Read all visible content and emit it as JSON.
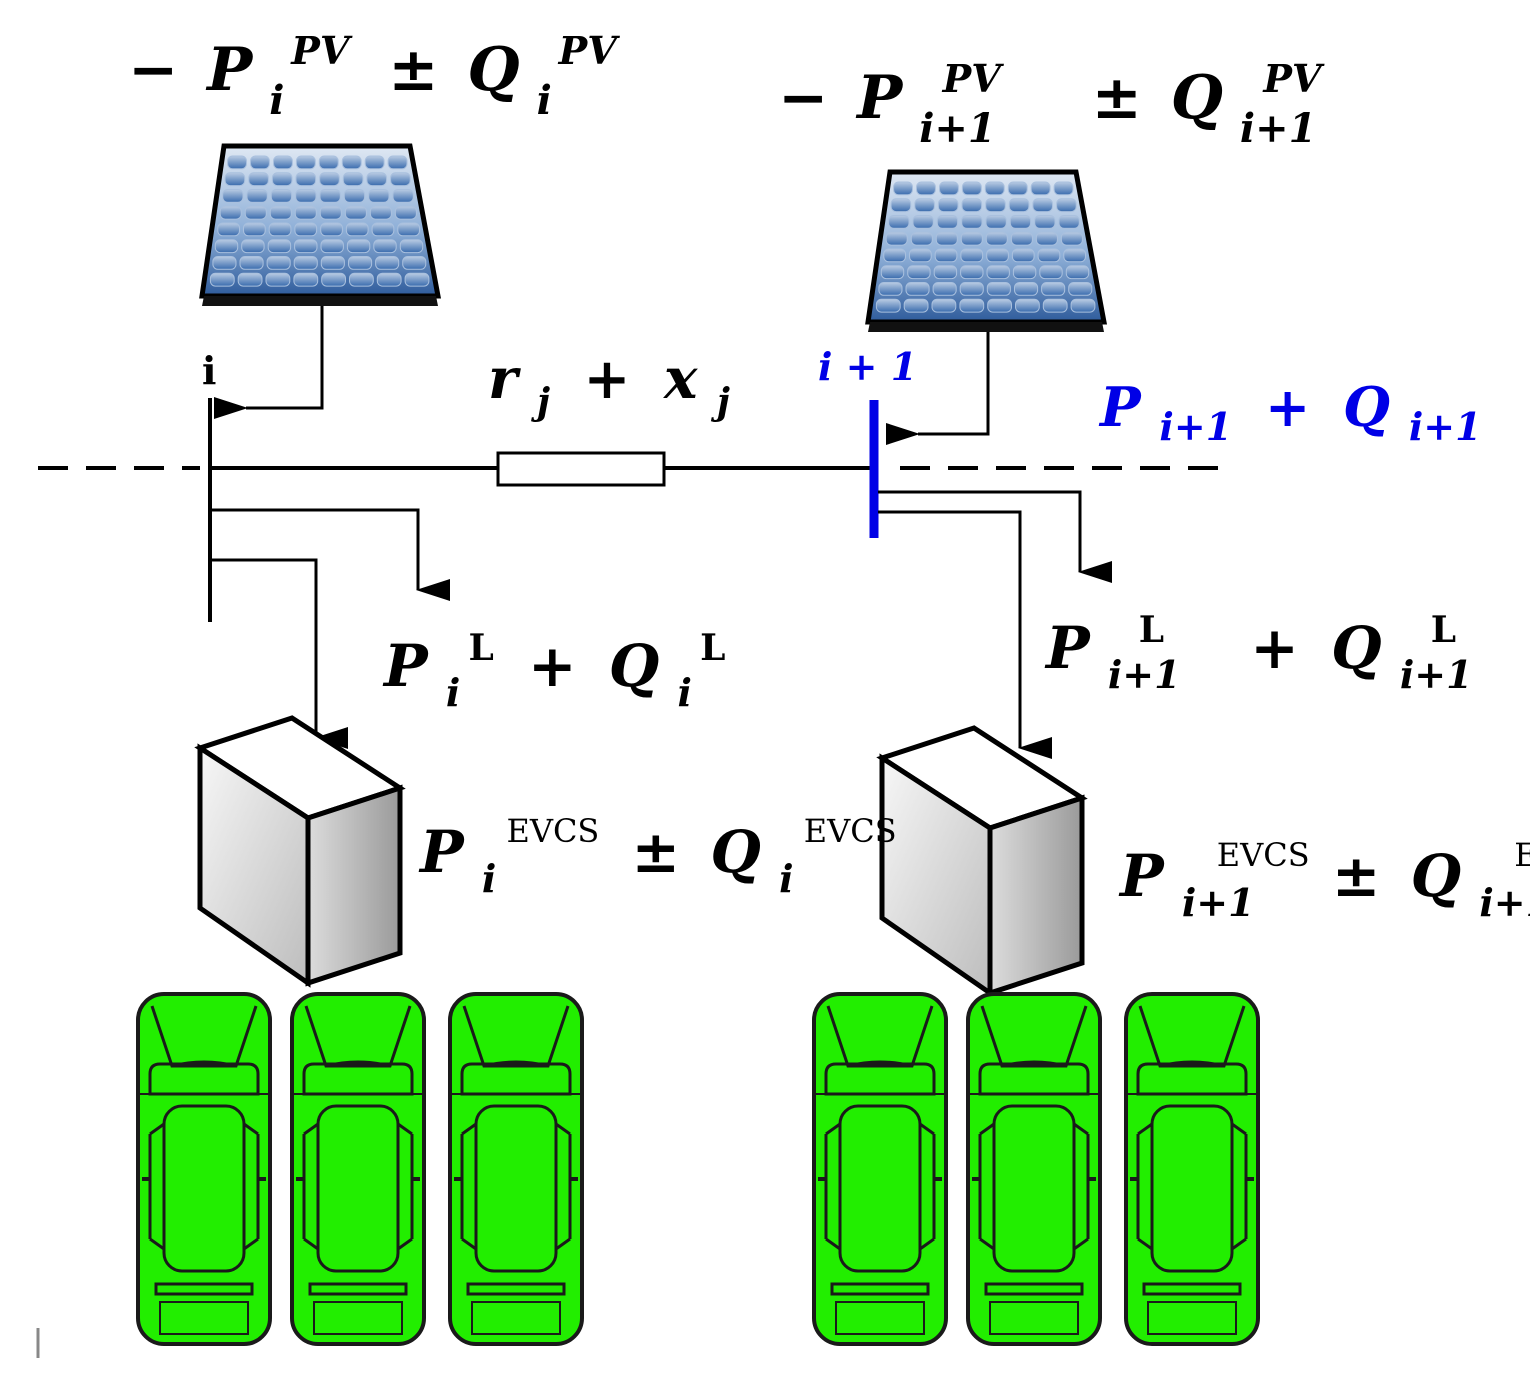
{
  "bus_labels": {
    "bus_i": "i",
    "bus_i_plus_1": "i + 1"
  },
  "line_impedance": {
    "r": "r",
    "x": "x",
    "sub": "j",
    "plus": "+"
  },
  "symbols": {
    "P": "P",
    "Q": "Q",
    "minus": "−",
    "plus": "+",
    "pm": "±"
  },
  "subscripts": {
    "i": "i",
    "i_plus_1": "i+1"
  },
  "superscripts": {
    "pv": "PV",
    "load": "L",
    "evcs": "EVCS"
  },
  "colors": {
    "bus_marker": "#0000e6",
    "ev_fill": "#22ee00",
    "ev_outline": "#1a1a1a",
    "panel_cell": "#3f6fb0",
    "charger_face": "#e6e6e6"
  },
  "icons": {
    "pv": "solar-panel-icon",
    "charger": "ev-charger-icon",
    "ev": "electric-car-icon"
  }
}
